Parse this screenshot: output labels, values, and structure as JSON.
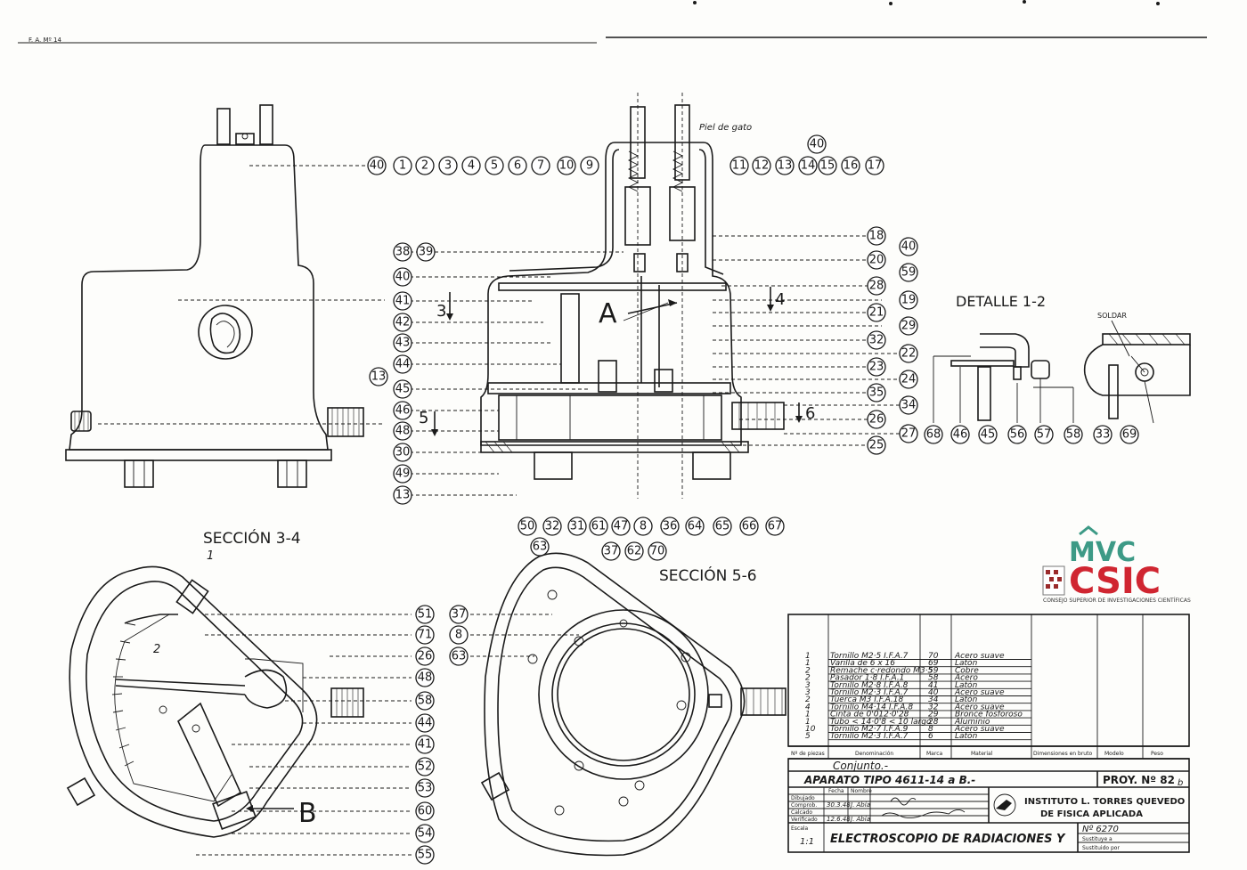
{
  "header": {
    "code": "F. A. Mº 14"
  },
  "titles": {
    "detail": "DETALLE 1-2",
    "section_34": "SECCIÓN 3-4",
    "section_56": "SECCIÓN 5-6",
    "soldar": "SOLDAR",
    "piel": "Piel de gato"
  },
  "markers": {
    "a": "A",
    "b": "B",
    "m3": "3",
    "m4": "4",
    "m5": "5",
    "m6": "6",
    "m1": "1",
    "m2": "2"
  },
  "logo": {
    "mvc": "MVC",
    "csic": "CSIC",
    "subtitle": "CONSEJO SUPERIOR DE INVESTIGACIONES CIENTÍFICAS",
    "mvc_color": "#3d9a86",
    "csic_color": "#d02631"
  },
  "callouts": {
    "top_row": [
      "40",
      "1",
      "2",
      "3",
      "4",
      "5",
      "6",
      "7",
      "10",
      "9",
      "11",
      "12",
      "13",
      "14",
      "15",
      "16",
      "17"
    ],
    "top_40": "40",
    "left_col": [
      "38",
      "39",
      "40",
      "41",
      "42",
      "43",
      "44",
      "13",
      "45",
      "46",
      "48",
      "30",
      "49",
      "13"
    ],
    "right_col": [
      "18",
      "40",
      "20",
      "59",
      "28",
      "19",
      "21",
      "29",
      "32",
      "22",
      "23",
      "24",
      "35",
      "34",
      "26",
      "27",
      "25"
    ],
    "bottom_row": [
      "50",
      "63",
      "32",
      "31",
      "61",
      "47",
      "37",
      "8",
      "62",
      "36",
      "70",
      "64",
      "65",
      "66",
      "67"
    ],
    "detail": [
      "68",
      "46",
      "45",
      "56",
      "57",
      "58",
      "33",
      "69"
    ],
    "sec34": [
      "51",
      "71",
      "26",
      "48",
      "58",
      "44",
      "41",
      "52",
      "53",
      "60",
      "54",
      "55"
    ],
    "sec56": [
      "37",
      "8",
      "63"
    ]
  },
  "bom": {
    "rows": [
      {
        "n": "1",
        "desc": "Tornillo M2·5 I.F.A.7",
        "ref": "70",
        "mat": "Acero suave"
      },
      {
        "n": "1",
        "desc": "Varilla de 6 x 16",
        "ref": "69",
        "mat": "Latón"
      },
      {
        "n": "2",
        "desc": "Remache c·redondo M3·5",
        "ref": "59",
        "mat": "Cobre"
      },
      {
        "n": "2",
        "desc": "Pasador 1·8 I.F.A.1",
        "ref": "58",
        "mat": "Acero"
      },
      {
        "n": "3",
        "desc": "Tornillo M2·8 I.F.A.8",
        "ref": "41",
        "mat": "Latón"
      },
      {
        "n": "3",
        "desc": "Tornillo M2·3 I.F.A.7",
        "ref": "40",
        "mat": "Acero suave"
      },
      {
        "n": "2",
        "desc": "Tuerca M3 I.F.A.18",
        "ref": "34",
        "mat": "Latón"
      },
      {
        "n": "4",
        "desc": "Tornillo M4·14 I.F.A.8",
        "ref": "32",
        "mat": "Acero suave"
      },
      {
        "n": "1",
        "desc": "Cinta de 0'012·0'28",
        "ref": "29",
        "mat": "Bronce fosforoso"
      },
      {
        "n": "1",
        "desc": "Tubo < 14·0'8 < 10 largo",
        "ref": "28",
        "mat": "Aluminio"
      },
      {
        "n": "10",
        "desc": "Tornillo M2·7 I.F.A.9",
        "ref": "8",
        "mat": "Acero suave"
      },
      {
        "n": "5",
        "desc": "Tornillo M2·3 I.F.A.7",
        "ref": "6",
        "mat": "Latón"
      }
    ],
    "headers": [
      "Nº de piezas",
      "Denominación",
      "Marca",
      "Material",
      "Dimensiones en bruto",
      "Modelo",
      "Peso"
    ],
    "conjunto": "Conjunto.-"
  },
  "title_block": {
    "aparato": "APARATO TIPO 4611-14 a B.-",
    "proy": "PROY. Nº 82",
    "proy_sup": "b",
    "fecha_label": "Fecha",
    "nombre_label": "Nombre",
    "rows": [
      "Dibujado",
      "Comprob.",
      "Calcado",
      "Verificado"
    ],
    "dates": [
      "30.3.48",
      "12.6.48"
    ],
    "names": [
      "J. Abia",
      "J. Abia"
    ],
    "instituto_1": "INSTITUTO L. TORRES QUEVEDO",
    "instituto_2": "DE FISICA APLICADA",
    "escala_label": "Escala",
    "escala": "1:1",
    "name": "ELECTROSCOPIO DE RADIACIONES Y",
    "numero": "Nº 6270",
    "sustituye": "Sustituye a",
    "sustituido": "Sustituido por"
  }
}
